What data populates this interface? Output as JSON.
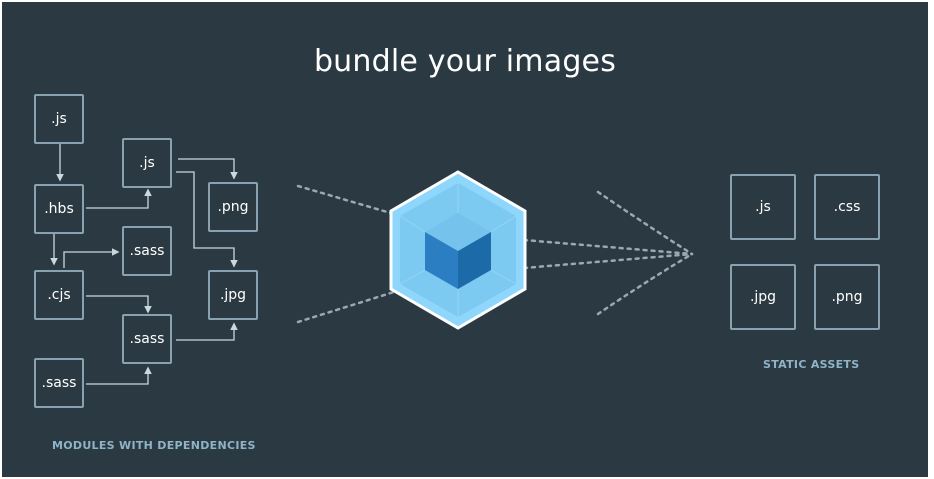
{
  "title": "bundle your images",
  "modules": {
    "caption": "MODULES WITH DEPENDENCIES",
    "js_top": ".js",
    "hbs": ".hbs",
    "cjs": ".cjs",
    "sass_bottom": ".sass",
    "js_mid": ".js",
    "sass_upper": ".sass",
    "sass_mid": ".sass",
    "png": ".png",
    "jpg": ".jpg"
  },
  "static_assets": {
    "caption": "STATIC ASSETS",
    "items": [
      ".js",
      ".css",
      ".jpg",
      ".png"
    ]
  },
  "colors": {
    "background": "#2b3a42",
    "box_border": "#8aa2b0",
    "caption": "#8fb3c7",
    "cube_outer": "#8ed6fb",
    "cube_inner": "#1c78c0"
  }
}
